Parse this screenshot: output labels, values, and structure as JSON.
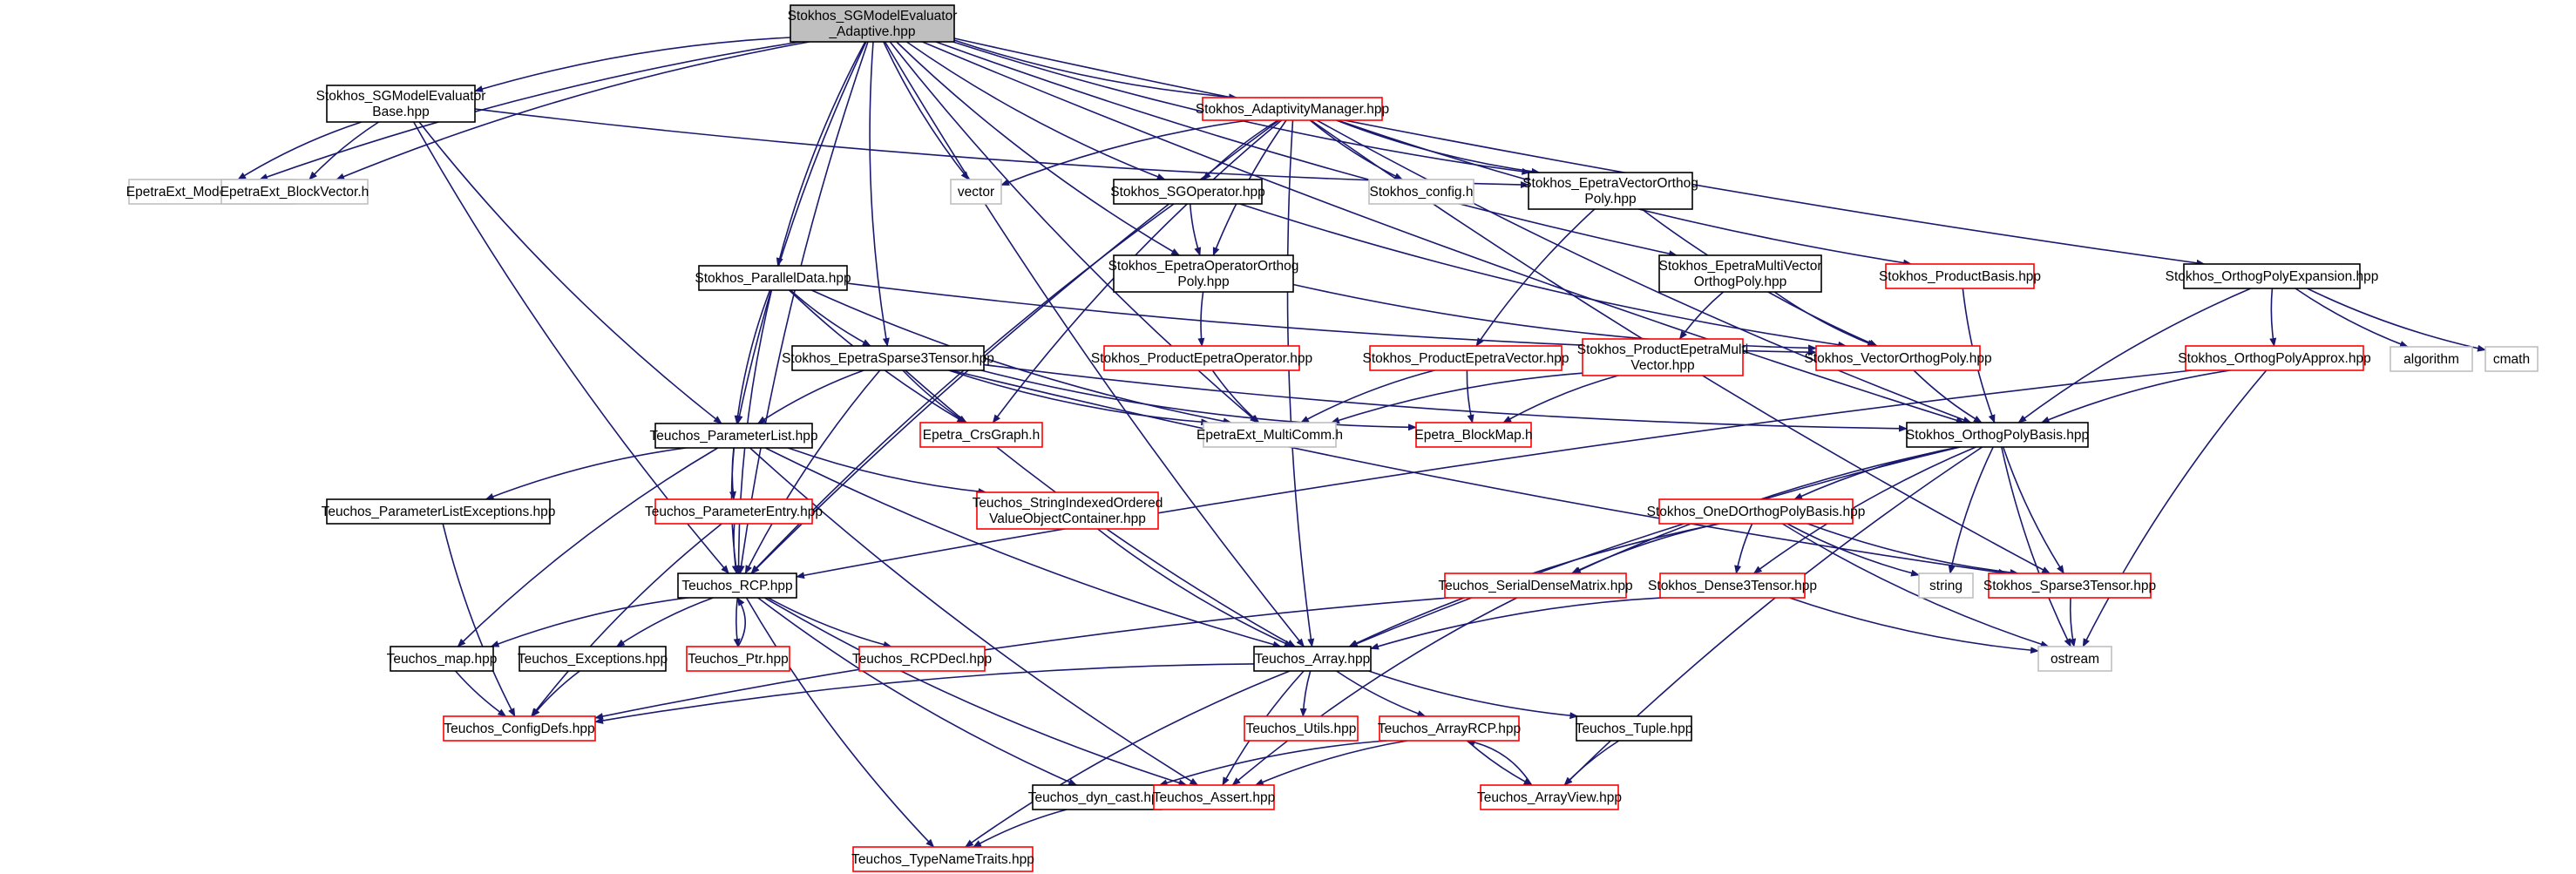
{
  "graph": {
    "nodes": [
      {
        "id": "root",
        "lines": [
          "Stokhos_SGModelEvaluator",
          "_Adaptive.hpp"
        ],
        "style": "root"
      },
      {
        "id": "sgbase",
        "lines": [
          "Stokhos_SGModelEvaluator",
          "Base.hpp"
        ],
        "style": "black"
      },
      {
        "id": "epmodel",
        "lines": [
          "EpetraExt_ModelEvaluator.h"
        ],
        "style": "grey"
      },
      {
        "id": "epblock",
        "lines": [
          "EpetraExt_BlockVector.h"
        ],
        "style": "grey"
      },
      {
        "id": "vector",
        "lines": [
          "vector"
        ],
        "style": "grey"
      },
      {
        "id": "adapt",
        "lines": [
          "Stokhos_AdaptivityManager.hpp"
        ],
        "style": "red"
      },
      {
        "id": "sgop",
        "lines": [
          "Stokhos_SGOperator.hpp"
        ],
        "style": "black"
      },
      {
        "id": "config",
        "lines": [
          "Stokhos_config.h"
        ],
        "style": "grey"
      },
      {
        "id": "evop",
        "lines": [
          "Stokhos_EpetraVectorOrthog",
          "Poly.hpp"
        ],
        "style": "black"
      },
      {
        "id": "opexp",
        "lines": [
          "Stokhos_OrthogPolyExpansion.hpp"
        ],
        "style": "black"
      },
      {
        "id": "eopop",
        "lines": [
          "Stokhos_EpetraOperatorOrthog",
          "Poly.hpp"
        ],
        "style": "black"
      },
      {
        "id": "parallel",
        "lines": [
          "Stokhos_ParallelData.hpp"
        ],
        "style": "black"
      },
      {
        "id": "emvop",
        "lines": [
          "Stokhos_EpetraMultiVector",
          "OrthogPoly.hpp"
        ],
        "style": "black"
      },
      {
        "id": "prodbasis",
        "lines": [
          "Stokhos_ProductBasis.hpp"
        ],
        "style": "red"
      },
      {
        "id": "algorithm",
        "lines": [
          "algorithm"
        ],
        "style": "grey"
      },
      {
        "id": "cmath",
        "lines": [
          "cmath"
        ],
        "style": "grey"
      },
      {
        "id": "sparse3",
        "lines": [
          "Stokhos_EpetraSparse3Tensor.hpp"
        ],
        "style": "black"
      },
      {
        "id": "pepop",
        "lines": [
          "Stokhos_ProductEpetraOperator.hpp"
        ],
        "style": "red"
      },
      {
        "id": "pepv",
        "lines": [
          "Stokhos_ProductEpetraVector.hpp"
        ],
        "style": "red"
      },
      {
        "id": "pepmv",
        "lines": [
          "Stokhos_ProductEpetraMulti",
          "Vector.hpp"
        ],
        "style": "red"
      },
      {
        "id": "vop",
        "lines": [
          "Stokhos_VectorOrthogPoly.hpp"
        ],
        "style": "red"
      },
      {
        "id": "opapprox",
        "lines": [
          "Stokhos_OrthogPolyApprox.hpp"
        ],
        "style": "red"
      },
      {
        "id": "crs",
        "lines": [
          "Epetra_CrsGraph.h"
        ],
        "style": "red"
      },
      {
        "id": "multicomm",
        "lines": [
          "EpetraExt_MultiComm.h"
        ],
        "style": "grey"
      },
      {
        "id": "blockmap",
        "lines": [
          "Epetra_BlockMap.h"
        ],
        "style": "red"
      },
      {
        "id": "opbasis",
        "lines": [
          "Stokhos_OrthogPolyBasis.hpp"
        ],
        "style": "black"
      },
      {
        "id": "plist",
        "lines": [
          "Teuchos_ParameterList.hpp"
        ],
        "style": "black"
      },
      {
        "id": "plistexc",
        "lines": [
          "Teuchos_ParameterListExceptions.hpp"
        ],
        "style": "black"
      },
      {
        "id": "pentry",
        "lines": [
          "Teuchos_ParameterEntry.hpp"
        ],
        "style": "red"
      },
      {
        "id": "strind",
        "lines": [
          "Teuchos_StringIndexedOrdered",
          "ValueObjectContainer.hpp"
        ],
        "style": "red"
      },
      {
        "id": "onedop",
        "lines": [
          "Stokhos_OneDOrthogPolyBasis.hpp"
        ],
        "style": "red"
      },
      {
        "id": "rcp",
        "lines": [
          "Teuchos_RCP.hpp"
        ],
        "style": "black"
      },
      {
        "id": "sdm",
        "lines": [
          "Teuchos_SerialDenseMatrix.hpp"
        ],
        "style": "red"
      },
      {
        "id": "dense3",
        "lines": [
          "Stokhos_Dense3Tensor.hpp"
        ],
        "style": "red"
      },
      {
        "id": "string",
        "lines": [
          "string"
        ],
        "style": "grey"
      },
      {
        "id": "ssparse3",
        "lines": [
          "Stokhos_Sparse3Tensor.hpp"
        ],
        "style": "red"
      },
      {
        "id": "map",
        "lines": [
          "Teuchos_map.hpp"
        ],
        "style": "black"
      },
      {
        "id": "exc",
        "lines": [
          "Teuchos_Exceptions.hpp"
        ],
        "style": "black"
      },
      {
        "id": "ptr",
        "lines": [
          "Teuchos_Ptr.hpp"
        ],
        "style": "red"
      },
      {
        "id": "rcpdecl",
        "lines": [
          "Teuchos_RCPDecl.hpp"
        ],
        "style": "red"
      },
      {
        "id": "array",
        "lines": [
          "Teuchos_Array.hpp"
        ],
        "style": "black"
      },
      {
        "id": "ostream",
        "lines": [
          "ostream"
        ],
        "style": "grey"
      },
      {
        "id": "configdefs",
        "lines": [
          "Teuchos_ConfigDefs.hpp"
        ],
        "style": "red"
      },
      {
        "id": "utils",
        "lines": [
          "Teuchos_Utils.hpp"
        ],
        "style": "red"
      },
      {
        "id": "arrayrcp",
        "lines": [
          "Teuchos_ArrayRCP.hpp"
        ],
        "style": "red"
      },
      {
        "id": "tuple",
        "lines": [
          "Teuchos_Tuple.hpp"
        ],
        "style": "black"
      },
      {
        "id": "dyncast",
        "lines": [
          "Teuchos_dyn_cast.hpp"
        ],
        "style": "black"
      },
      {
        "id": "assert",
        "lines": [
          "Teuchos_Assert.hpp"
        ],
        "style": "red"
      },
      {
        "id": "arrayview",
        "lines": [
          "Teuchos_ArrayView.hpp"
        ],
        "style": "red"
      },
      {
        "id": "typename",
        "lines": [
          "Teuchos_TypeNameTraits.hpp"
        ],
        "style": "red"
      }
    ],
    "edges": [
      [
        "root",
        "sgbase"
      ],
      [
        "root",
        "epmodel"
      ],
      [
        "root",
        "epblock"
      ],
      [
        "root",
        "vector"
      ],
      [
        "root",
        "adapt"
      ],
      [
        "root",
        "sgop"
      ],
      [
        "root",
        "evop"
      ],
      [
        "root",
        "opexp"
      ],
      [
        "root",
        "eopop"
      ],
      [
        "root",
        "parallel"
      ],
      [
        "root",
        "emvop"
      ],
      [
        "root",
        "sparse3"
      ],
      [
        "root",
        "rcp"
      ],
      [
        "root",
        "plist"
      ],
      [
        "root",
        "multicomm"
      ],
      [
        "root",
        "array"
      ],
      [
        "root",
        "opbasis"
      ],
      [
        "sgbase",
        "epmodel"
      ],
      [
        "sgbase",
        "epblock"
      ],
      [
        "sgbase",
        "evop"
      ],
      [
        "sgbase",
        "rcp"
      ],
      [
        "sgbase",
        "plist"
      ],
      [
        "adapt",
        "vector"
      ],
      [
        "adapt",
        "sgop"
      ],
      [
        "adapt",
        "config"
      ],
      [
        "adapt",
        "evop"
      ],
      [
        "adapt",
        "eopop"
      ],
      [
        "adapt",
        "prodbasis"
      ],
      [
        "adapt",
        "opbasis"
      ],
      [
        "adapt",
        "array"
      ],
      [
        "adapt",
        "rcp"
      ],
      [
        "adapt",
        "crs"
      ],
      [
        "adapt",
        "ssparse3"
      ],
      [
        "sgop",
        "eopop"
      ],
      [
        "sgop",
        "rcp"
      ],
      [
        "sgop",
        "vop"
      ],
      [
        "evop",
        "pepv"
      ],
      [
        "evop",
        "vop"
      ],
      [
        "eopop",
        "pepop"
      ],
      [
        "eopop",
        "vop"
      ],
      [
        "emvop",
        "pepmv"
      ],
      [
        "emvop",
        "vop"
      ],
      [
        "opexp",
        "opapprox"
      ],
      [
        "opexp",
        "opbasis"
      ],
      [
        "opexp",
        "algorithm"
      ],
      [
        "opexp",
        "cmath"
      ],
      [
        "prodbasis",
        "opbasis"
      ],
      [
        "parallel",
        "sparse3"
      ],
      [
        "parallel",
        "multicomm"
      ],
      [
        "parallel",
        "plist"
      ],
      [
        "parallel",
        "rcp"
      ],
      [
        "parallel",
        "vop"
      ],
      [
        "parallel",
        "crs"
      ],
      [
        "sparse3",
        "crs"
      ],
      [
        "sparse3",
        "multicomm"
      ],
      [
        "sparse3",
        "blockmap"
      ],
      [
        "sparse3",
        "plist"
      ],
      [
        "sparse3",
        "rcp"
      ],
      [
        "sparse3",
        "opbasis"
      ],
      [
        "sparse3",
        "ssparse3"
      ],
      [
        "sparse3",
        "array"
      ],
      [
        "pepop",
        "multicomm"
      ],
      [
        "pepv",
        "multicomm"
      ],
      [
        "pepv",
        "blockmap"
      ],
      [
        "pepmv",
        "multicomm"
      ],
      [
        "pepmv",
        "blockmap"
      ],
      [
        "vop",
        "opbasis"
      ],
      [
        "opapprox",
        "opbasis"
      ],
      [
        "opapprox",
        "rcp"
      ],
      [
        "opapprox",
        "ostream"
      ],
      [
        "opbasis",
        "onedop"
      ],
      [
        "opbasis",
        "sdm"
      ],
      [
        "opbasis",
        "dense3"
      ],
      [
        "opbasis",
        "string"
      ],
      [
        "opbasis",
        "ssparse3"
      ],
      [
        "opbasis",
        "ostream"
      ],
      [
        "opbasis",
        "array"
      ],
      [
        "opbasis",
        "arrayview"
      ],
      [
        "plist",
        "plistexc"
      ],
      [
        "plist",
        "pentry"
      ],
      [
        "plist",
        "strind"
      ],
      [
        "plist",
        "rcp"
      ],
      [
        "plist",
        "map"
      ],
      [
        "plist",
        "array"
      ],
      [
        "plist",
        "assert"
      ],
      [
        "plistexc",
        "configdefs"
      ],
      [
        "pentry",
        "rcp"
      ],
      [
        "pentry",
        "configdefs"
      ],
      [
        "strind",
        "array"
      ],
      [
        "onedop",
        "sdm"
      ],
      [
        "onedop",
        "dense3"
      ],
      [
        "onedop",
        "ssparse3"
      ],
      [
        "onedop",
        "string"
      ],
      [
        "onedop",
        "ostream"
      ],
      [
        "onedop",
        "array"
      ],
      [
        "rcp",
        "map"
      ],
      [
        "rcp",
        "exc"
      ],
      [
        "rcp",
        "ptr"
      ],
      [
        "rcp",
        "rcpdecl"
      ],
      [
        "rcp",
        "dyncast"
      ],
      [
        "rcp",
        "assert"
      ],
      [
        "rcp",
        "typename"
      ],
      [
        "ptr",
        "rcp"
      ],
      [
        "sdm",
        "configdefs"
      ],
      [
        "sdm",
        "assert"
      ],
      [
        "dense3",
        "array"
      ],
      [
        "dense3",
        "ostream"
      ],
      [
        "ssparse3",
        "ostream"
      ],
      [
        "map",
        "configdefs"
      ],
      [
        "exc",
        "configdefs"
      ],
      [
        "array",
        "configdefs"
      ],
      [
        "array",
        "utils"
      ],
      [
        "array",
        "arrayrcp"
      ],
      [
        "array",
        "tuple"
      ],
      [
        "array",
        "assert"
      ],
      [
        "array",
        "typename"
      ],
      [
        "arrayrcp",
        "dyncast"
      ],
      [
        "arrayrcp",
        "assert"
      ],
      [
        "arrayrcp",
        "arrayview"
      ],
      [
        "arrayview",
        "arrayrcp"
      ],
      [
        "tuple",
        "arrayview"
      ],
      [
        "dyncast",
        "typename"
      ]
    ]
  }
}
